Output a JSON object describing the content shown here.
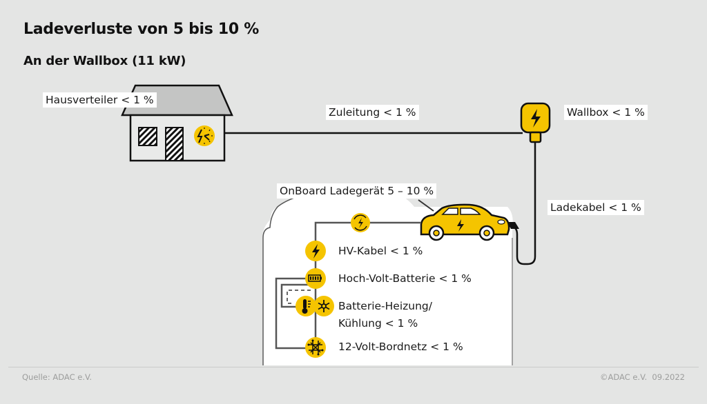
{
  "header": {
    "title": "Ladeverluste von 5 bis 10 %",
    "subtitle": "An der Wallbox (11 kW)"
  },
  "colors": {
    "accent": "#f5c400",
    "background": "#e4e5e4",
    "panel": "#ffffff",
    "line": "#111111",
    "roof": "#c4c5c4"
  },
  "nodes": {
    "hausverteiler": {
      "label": "Hausverteiler < 1 %",
      "icon": "meter-clock-icon"
    },
    "zuleitung": {
      "label": "Zuleitung < 1 %"
    },
    "wallbox": {
      "label": "Wallbox < 1 %",
      "icon": "lightning-bolt-icon"
    },
    "ladekabel": {
      "label": "Ladekabel < 1 %"
    },
    "onboard": {
      "label": "OnBoard Ladegerät 5 – 10 %",
      "icon": "charging-cycle-icon"
    }
  },
  "vehicle_items": [
    {
      "label": "HV-Kabel < 1 %",
      "icon": "lightning-bolt-icon"
    },
    {
      "label": "Hoch-Volt-Batterie < 1 %",
      "icon": "battery-icon"
    },
    {
      "label": "Batterie-Heizung/",
      "label2": "Kühlung < 1 %",
      "icon": "thermometer-snowflake-icon"
    },
    {
      "label": "12-Volt-Bordnetz < 1 %",
      "icon": "circuit-network-icon"
    }
  ],
  "footer": {
    "source": "Quelle: ADAC e.V.",
    "copyright": "©ADAC e.V.  09.2022"
  }
}
